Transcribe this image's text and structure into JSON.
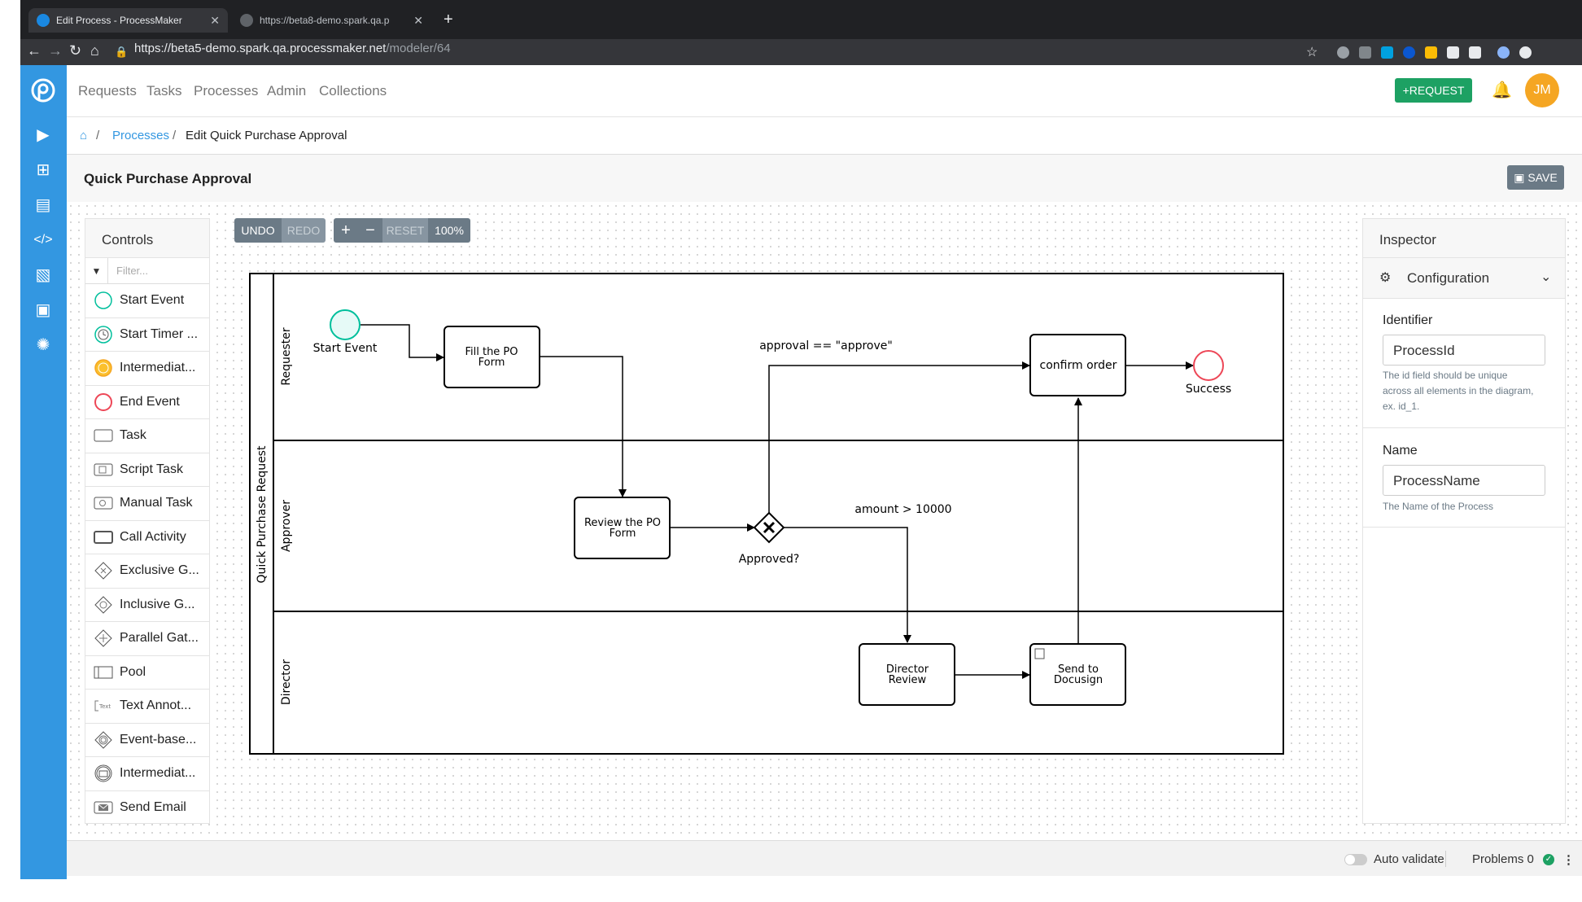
{
  "browser": {
    "tabs": [
      {
        "title": "Edit Process - ProcessMaker"
      },
      {
        "title": "https://beta8-demo.spark.qa.p"
      }
    ],
    "url_main": "https://beta5-demo.spark.qa.processmaker.net",
    "url_path": "/modeler/64"
  },
  "nav": {
    "links": [
      "Requests",
      "Tasks",
      "Processes",
      "Admin",
      "Collections"
    ],
    "request_button": "REQUEST",
    "avatar_initials": "JM"
  },
  "breadcrumb": {
    "processes": "Processes",
    "current": "Edit Quick Purchase Approval"
  },
  "page": {
    "title": "Quick Purchase Approval",
    "save_label": "SAVE"
  },
  "toolbar": {
    "undo": "UNDO",
    "redo": "REDO",
    "zoom_in": "+",
    "zoom_out": "−",
    "reset": "RESET",
    "zoom_level": "100%"
  },
  "controls": {
    "title": "Controls",
    "filter_placeholder": "Filter...",
    "items": [
      {
        "label": "Start Event",
        "icon": "start-event-icon"
      },
      {
        "label": "Start Timer ...",
        "icon": "start-timer-icon"
      },
      {
        "label": "Intermediat...",
        "icon": "intermediate-timer-icon"
      },
      {
        "label": "End Event",
        "icon": "end-event-icon"
      },
      {
        "label": "Task",
        "icon": "task-icon"
      },
      {
        "label": "Script Task",
        "icon": "script-task-icon"
      },
      {
        "label": "Manual Task",
        "icon": "manual-task-icon"
      },
      {
        "label": "Call Activity",
        "icon": "call-activity-icon"
      },
      {
        "label": "Exclusive G...",
        "icon": "exclusive-gateway-icon"
      },
      {
        "label": "Inclusive G...",
        "icon": "inclusive-gateway-icon"
      },
      {
        "label": "Parallel Gat...",
        "icon": "parallel-gateway-icon"
      },
      {
        "label": "Pool",
        "icon": "pool-icon"
      },
      {
        "label": "Text Annot...",
        "icon": "text-annotation-icon"
      },
      {
        "label": "Event-base...",
        "icon": "event-based-gateway-icon"
      },
      {
        "label": "Intermediat...",
        "icon": "intermediate-message-icon"
      },
      {
        "label": "Send Email",
        "icon": "send-email-icon"
      }
    ]
  },
  "diagram": {
    "pool_name": "Quick Purchase Request",
    "lanes": [
      "Requester",
      "Approver",
      "Director"
    ],
    "start_event": "Start Event",
    "end_event": "Success",
    "task_fill_po": [
      "Fill the PO",
      "Form"
    ],
    "task_review_po": [
      "Review the PO",
      "Form"
    ],
    "task_confirm": "confirm order",
    "task_director": [
      "Director",
      "Review"
    ],
    "task_docusign": [
      "Send to",
      "Docusign"
    ],
    "gateway": "Approved?",
    "flow_approve": "approval == \"approve\"",
    "flow_amount": "amount > 10000"
  },
  "inspector": {
    "title": "Inspector",
    "section": "Configuration",
    "identifier_label": "Identifier",
    "identifier_value": "ProcessId",
    "identifier_help": "The id field should be unique across all elements in the diagram, ex. id_1.",
    "name_label": "Name",
    "name_value": "ProcessName",
    "name_help": "The Name of the Process"
  },
  "footer": {
    "auto_validate": "Auto validate",
    "problems": "Problems 0"
  },
  "colors": {
    "accent_blue": "#3397e1",
    "success_green": "#1da163",
    "toolbar_grey": "#6b7a86",
    "start_event": "#00bf9c",
    "end_event": "#ed4757"
  }
}
